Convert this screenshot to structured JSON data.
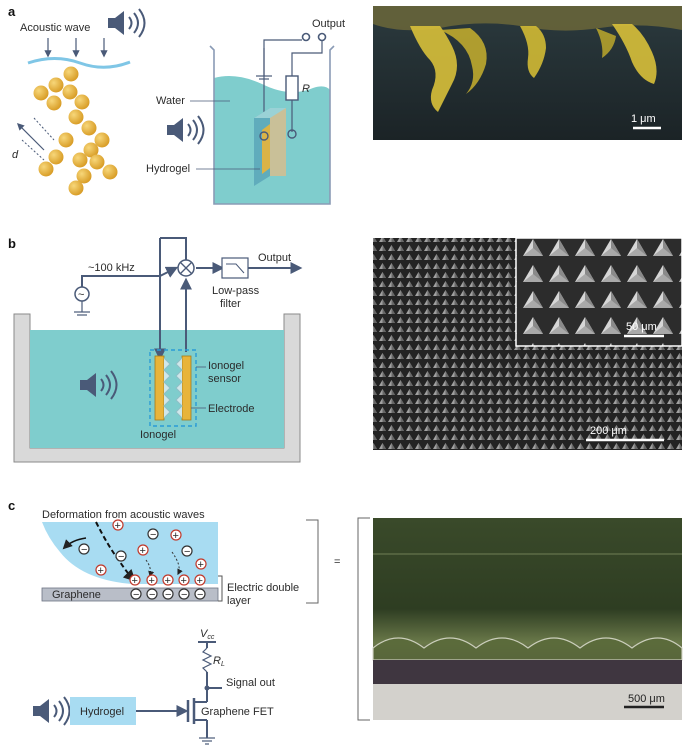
{
  "panels": {
    "a": "a",
    "b": "b",
    "c": "c"
  },
  "panel_a": {
    "acoustic_wave": "Acoustic wave",
    "d_label": "d",
    "output": "Output",
    "r_label": "R",
    "water": "Water",
    "hydrogel": "Hydrogel",
    "scale_bar": "1 μm"
  },
  "panel_b": {
    "frequency": "~100 kHz",
    "output": "Output",
    "low_pass_line1": "Low-pass",
    "low_pass_line2": "filter",
    "ionogel_sensor_line1": "Ionogel",
    "ionogel_sensor_line2": "sensor",
    "electrode": "Electrode",
    "ionogel": "Ionogel",
    "inset_scale_bar": "50 μm",
    "scale_bar": "200 μm",
    "source_symbol": "~"
  },
  "panel_c": {
    "deformation": "Deformation from acoustic waves",
    "graphene": "Graphene",
    "edl_line1": "Electric double",
    "edl_line2": "layer",
    "equals": "=",
    "vcc_main": "V",
    "vcc_sub": "cc",
    "rl_main": "R",
    "rl_sub": "L",
    "signal_out": "Signal out",
    "hydrogel": "Hydrogel",
    "graphene_fet": "Graphene FET",
    "scale_bar": "500 μm",
    "plus": "+",
    "minus": "−"
  },
  "colors": {
    "water": "#7fcdcd",
    "hydrogel_box": "#a8dcf2",
    "electrode": "#e8b43a",
    "sphere": "#e6b23c",
    "wire": "#4a5a78",
    "ion_plus": "#c0392b"
  },
  "icons": [
    "speaker-icon",
    "sine-source-icon",
    "mixer-icon",
    "low-pass-filter-icon",
    "ground-icon",
    "resistor-icon",
    "fet-icon"
  ]
}
